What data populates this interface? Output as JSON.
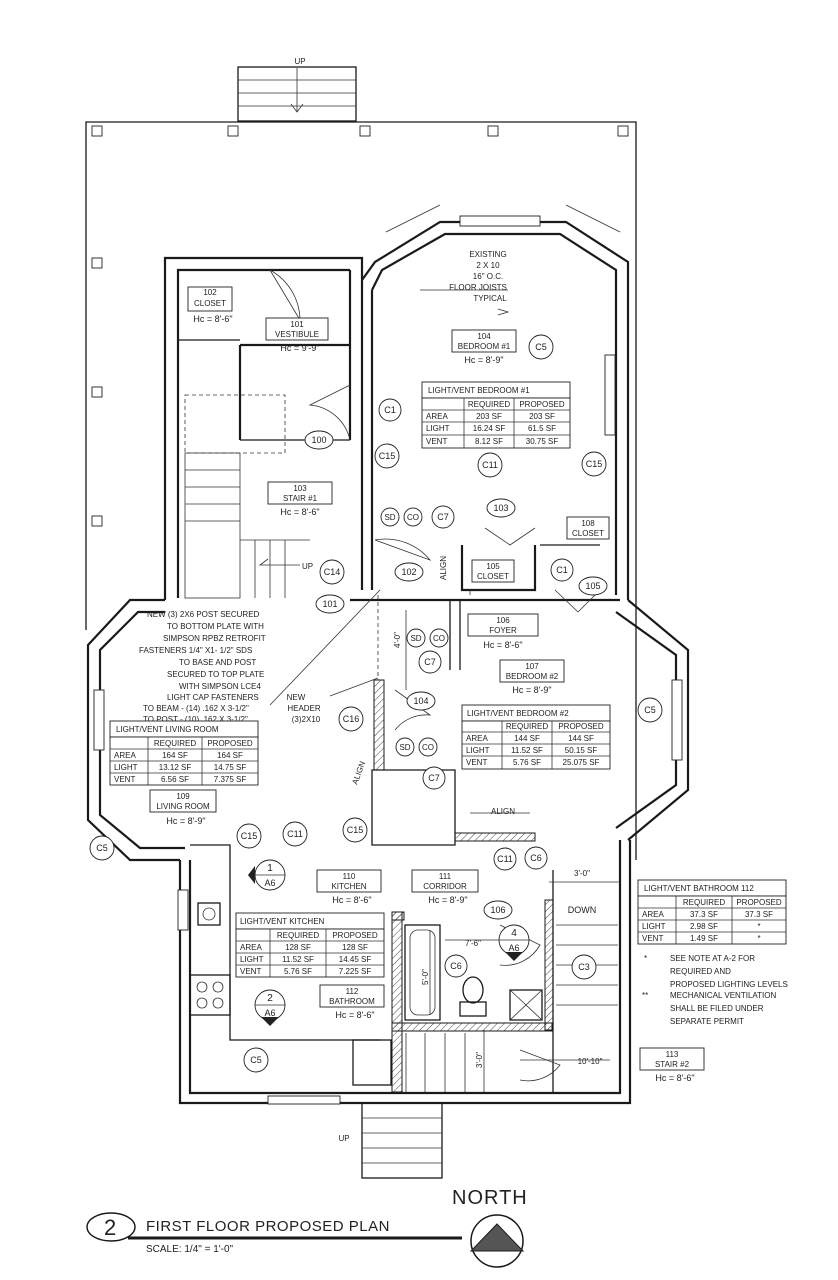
{
  "title_block": {
    "drawing_number": "2",
    "title": "FIRST FLOOR PROPOSED PLAN",
    "scale": "SCALE:  1/4\" = 1'-0\"",
    "north": "NORTH"
  },
  "stairs_labels": {
    "top_up": "UP",
    "bottom_up": "UP",
    "stair1_up": "UP",
    "stair2_down": "DOWN"
  },
  "rooms": [
    {
      "number": "101",
      "name": "VESTIBULE",
      "height": "Hc = 9'-9\""
    },
    {
      "number": "102",
      "name": "CLOSET",
      "height": "Hc = 8'-6\""
    },
    {
      "number": "103",
      "name": "STAIR #1",
      "height": "Hc = 8'-6\""
    },
    {
      "number": "104",
      "name": "BEDROOM #1",
      "height": "Hc = 8'-9\""
    },
    {
      "number": "105",
      "name": "CLOSET",
      "height": ""
    },
    {
      "number": "106",
      "name": "FOYER",
      "height": "Hc = 8'-6\""
    },
    {
      "number": "107",
      "name": "BEDROOM #2",
      "height": "Hc = 8'-9\""
    },
    {
      "number": "108",
      "name": "CLOSET",
      "height": ""
    },
    {
      "number": "109",
      "name": "LIVING ROOM",
      "height": "Hc = 8'-9\""
    },
    {
      "number": "110",
      "name": "KITCHEN",
      "height": "Hc = 8'-6\""
    },
    {
      "number": "111",
      "name": "CORRIDOR",
      "height": "Hc = 8'-9\""
    },
    {
      "number": "112",
      "name": "BATHROOM",
      "height": "Hc = 8'-6\""
    },
    {
      "number": "113",
      "name": "STAIR #2",
      "height": "Hc = 8'-6\""
    }
  ],
  "door_tags": [
    "100",
    "101",
    "102",
    "103",
    "104",
    "105",
    "106"
  ],
  "equipment_tags": [
    "C1",
    "C1",
    "C3",
    "C5",
    "C5",
    "C5",
    "C5",
    "C6",
    "C6",
    "C7",
    "C7",
    "C7",
    "C11",
    "C11",
    "C11",
    "C14",
    "C15",
    "C15",
    "C15",
    "C15",
    "C16",
    "SD",
    "CO",
    "SD",
    "CO",
    "SD",
    "CO"
  ],
  "section_marks": [
    {
      "number": "1",
      "sheet": "A6"
    },
    {
      "number": "2",
      "sheet": "A6"
    },
    {
      "number": "4",
      "sheet": "A6"
    }
  ],
  "notes": {
    "floor_joists": [
      "EXISTING",
      "2 X 10",
      "16\" O.C.",
      "FLOOR JOISTS",
      "TYPICAL"
    ],
    "post": [
      "NEW (3) 2X6 POST SECURED",
      "TO BOTTOM PLATE WITH",
      "SIMPSON RPBZ RETROFIT",
      "FASTENERS 1/4\" X1- 1/2\" SDS",
      "TO BASE AND POST",
      "SECURED TO TOP PLATE",
      "WITH SIMPSON LCE4",
      "LIGHT CAP FASTENERS",
      "TO BEAM - (14) .162 X 3-1/2\"",
      "TO POST - (10) .162 X 3-1/2\""
    ],
    "header": [
      "NEW",
      "HEADER",
      "(3)2X10"
    ],
    "align": "ALIGN",
    "footnotes": [
      {
        "mark": "*",
        "lines": [
          "SEE NOTE AT A-2 FOR",
          "REQUIRED AND",
          "PROPOSED LIGHTING LEVELS"
        ]
      },
      {
        "mark": "**",
        "lines": [
          "MECHANICAL VENTILATION",
          "SHALL BE FILED UNDER",
          "SEPARATE PERMIT"
        ]
      }
    ]
  },
  "dimensions": [
    "4'-0\"",
    "3'-0\"",
    "7'-6\"",
    "5'-0\"",
    "3'-0\"",
    "10'-10\""
  ],
  "schedules": [
    {
      "title": "LIGHT/VENT BEDROOM #1",
      "headers": [
        "",
        "REQUIRED",
        "PROPOSED"
      ],
      "rows": [
        [
          "AREA",
          "203 SF",
          "203 SF"
        ],
        [
          "LIGHT",
          "16.24 SF",
          "61.5  SF"
        ],
        [
          "VENT",
          "8.12 SF",
          "30.75  SF"
        ]
      ]
    },
    {
      "title": "LIGHT/VENT BEDROOM #2",
      "headers": [
        "",
        "REQUIRED",
        "PROPOSED"
      ],
      "rows": [
        [
          "AREA",
          "144 SF",
          "144 SF"
        ],
        [
          "LIGHT",
          "11.52 SF",
          "50.15  SF"
        ],
        [
          "VENT",
          "5.76 SF",
          "25.075  SF"
        ]
      ]
    },
    {
      "title": "LIGHT/VENT LIVING ROOM",
      "headers": [
        "",
        "REQUIRED",
        "PROPOSED"
      ],
      "rows": [
        [
          "AREA",
          "164 SF",
          "164 SF"
        ],
        [
          "LIGHT",
          "13.12 SF",
          "14.75  SF"
        ],
        [
          "VENT",
          "6.56 SF",
          "7.375  SF"
        ]
      ]
    },
    {
      "title": "LIGHT/VENT KITCHEN",
      "headers": [
        "",
        "REQUIRED",
        "PROPOSED"
      ],
      "rows": [
        [
          "AREA",
          "128 SF",
          "128 SF"
        ],
        [
          "LIGHT",
          "11.52 SF",
          "14.45  SF"
        ],
        [
          "VENT",
          "5.76 SF",
          "7.225  SF"
        ]
      ]
    },
    {
      "title": "LIGHT/VENT BATHROOM 112",
      "headers": [
        "",
        "REQUIRED",
        "PROPOSED"
      ],
      "rows": [
        [
          "AREA",
          "37.3 SF",
          "37.3 SF"
        ],
        [
          "LIGHT",
          "2.98 SF",
          "*"
        ],
        [
          "VENT",
          "1.49 SF",
          "*"
        ]
      ]
    }
  ]
}
